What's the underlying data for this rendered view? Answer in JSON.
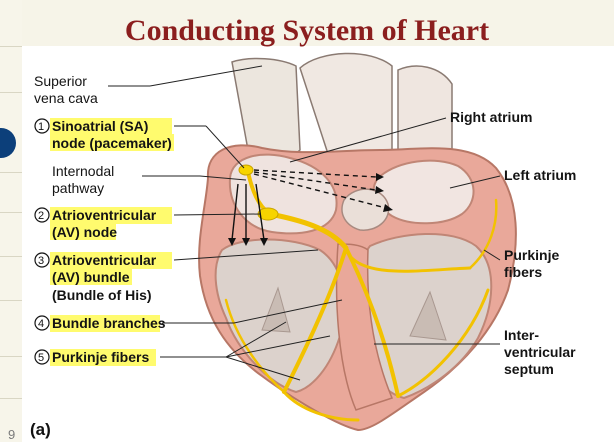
{
  "title": "Conducting System of Heart",
  "figure_label": "(a)",
  "slide_number": "9",
  "labels_left": [
    {
      "id": "superior-vena-cava",
      "lines": [
        "Superior",
        "vena cava"
      ],
      "number": "",
      "highlight": false
    },
    {
      "id": "sa-node",
      "lines": [
        "Sinoatrial (SA)",
        "node (pacemaker)"
      ],
      "number": "1",
      "highlight": true
    },
    {
      "id": "internodal-pathway",
      "lines": [
        "Internodal",
        "pathway"
      ],
      "number": "",
      "highlight": false
    },
    {
      "id": "av-node",
      "lines": [
        "Atrioventricular",
        "(AV) node"
      ],
      "number": "2",
      "highlight": true
    },
    {
      "id": "av-bundle",
      "lines": [
        "Atrioventricular",
        "(AV) bundle",
        "(Bundle of His)"
      ],
      "number": "3",
      "highlight": true
    },
    {
      "id": "bundle-branches",
      "lines": [
        "Bundle branches"
      ],
      "number": "4",
      "highlight": true
    },
    {
      "id": "purkinje-left",
      "lines": [
        "Purkinje fibers"
      ],
      "number": "5",
      "highlight": true
    }
  ],
  "labels_right": [
    {
      "id": "right-atrium",
      "lines": [
        "Right atrium"
      ]
    },
    {
      "id": "left-atrium",
      "lines": [
        "Left atrium"
      ]
    },
    {
      "id": "purkinje-right",
      "lines": [
        "Purkinje",
        "fibers"
      ]
    },
    {
      "id": "interventricular-septum",
      "lines": [
        "Inter-",
        "ventricular",
        "septum"
      ]
    }
  ],
  "colors": {
    "title": "#8b1e1e",
    "highlight": "#fffb6e",
    "heart_wall": "#e9a89a",
    "conduction": "#f2c200"
  }
}
